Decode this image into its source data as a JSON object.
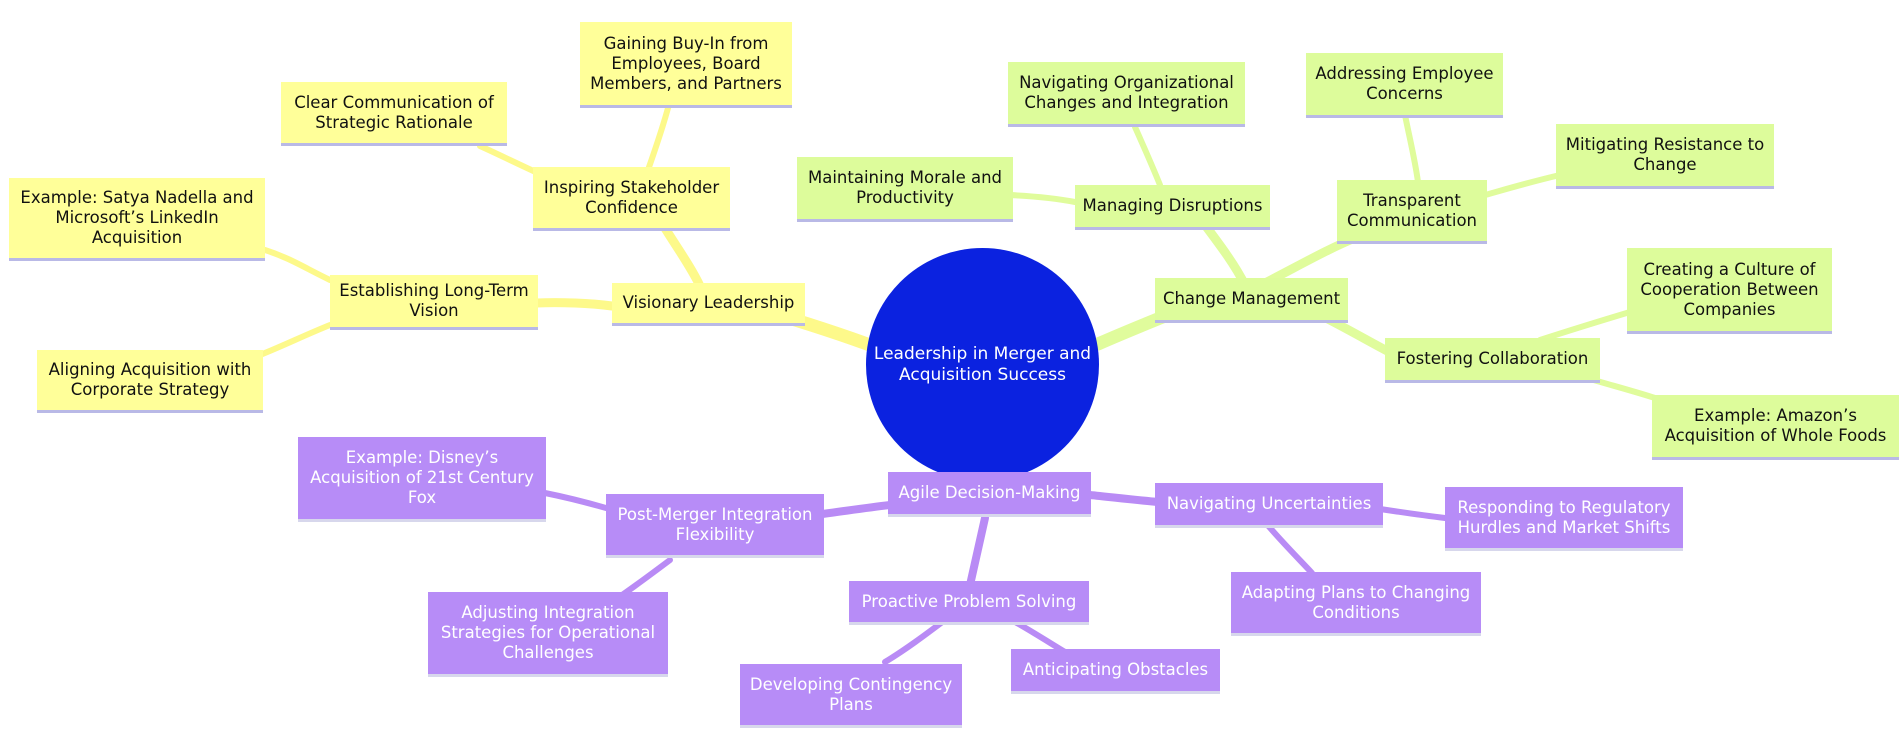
{
  "root": {
    "label": "Leadership in Merger and Acquisition Success"
  },
  "branches": [
    {
      "label": "Visionary Leadership",
      "children": [
        {
          "label": "Establishing Long-Term Vision",
          "children": [
            {
              "label": "Example: Satya Nadella and Microsoft’s LinkedIn Acquisition"
            },
            {
              "label": "Aligning Acquisition with Corporate Strategy"
            }
          ]
        },
        {
          "label": "Inspiring Stakeholder Confidence",
          "children": [
            {
              "label": "Clear Communication of Strategic Rationale"
            },
            {
              "label": "Gaining Buy-In from Employees, Board Members, and Partners"
            }
          ]
        }
      ]
    },
    {
      "label": "Change Management",
      "children": [
        {
          "label": "Managing Disruptions",
          "children": [
            {
              "label": "Navigating Organizational Changes and Integration"
            },
            {
              "label": "Maintaining Morale and Productivity"
            }
          ]
        },
        {
          "label": "Transparent Communication",
          "children": [
            {
              "label": "Addressing Employee Concerns"
            },
            {
              "label": "Mitigating Resistance to Change"
            }
          ]
        },
        {
          "label": "Fostering Collaboration",
          "children": [
            {
              "label": "Creating a Culture of Cooperation Between Companies"
            },
            {
              "label": "Example: Amazon’s Acquisition of Whole Foods"
            }
          ]
        }
      ]
    },
    {
      "label": "Agile Decision-Making",
      "children": [
        {
          "label": "Post-Merger Integration Flexibility",
          "children": [
            {
              "label": "Example: Disney’s Acquisition of 21st Century Fox"
            },
            {
              "label": "Adjusting Integration Strategies for Operational Challenges"
            }
          ]
        },
        {
          "label": "Navigating Uncertainties",
          "children": [
            {
              "label": "Responding to Regulatory Hurdles and Market Shifts"
            },
            {
              "label": "Adapting Plans to Changing Conditions"
            }
          ]
        },
        {
          "label": "Proactive Problem Solving",
          "children": [
            {
              "label": "Developing Contingency Plans"
            },
            {
              "label": "Anticipating Obstacles"
            }
          ]
        }
      ]
    }
  ]
}
